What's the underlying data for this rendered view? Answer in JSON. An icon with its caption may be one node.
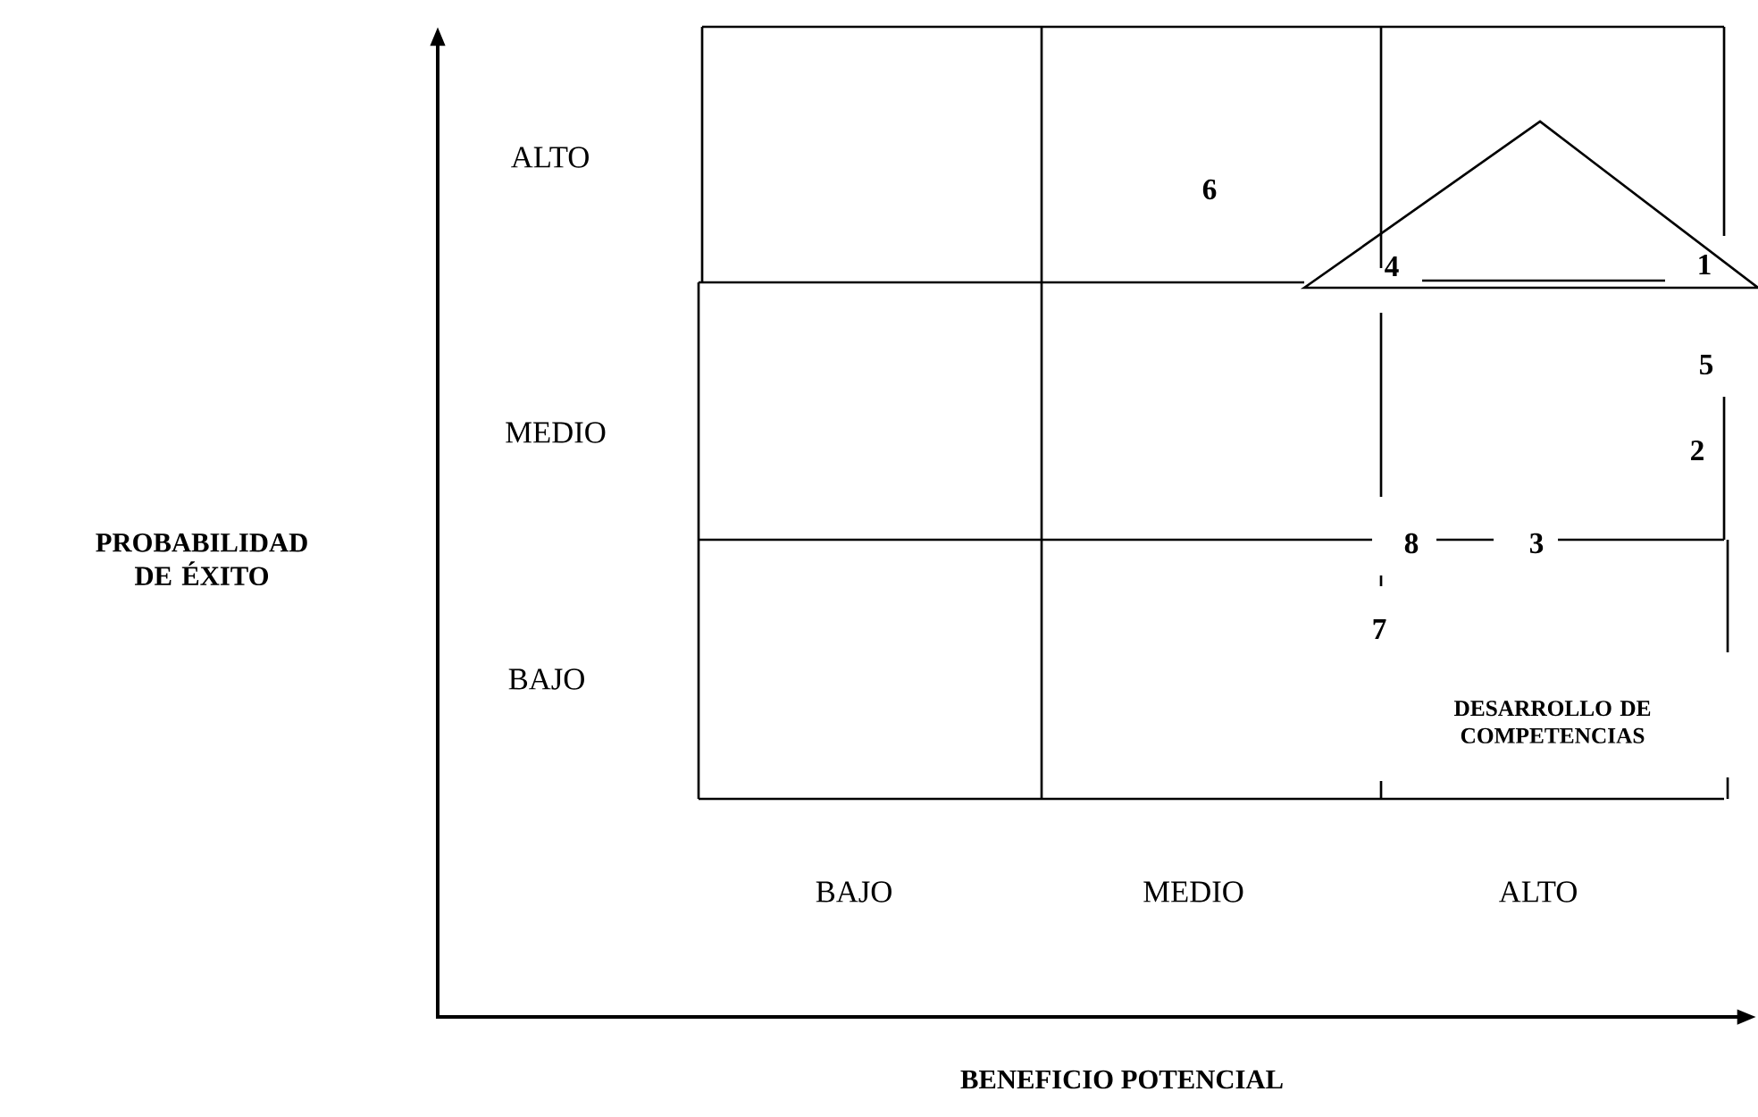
{
  "diagram": {
    "labels": [
      "ALTO",
      "6",
      "4",
      "1",
      "5",
      "MEDIO",
      "2",
      "PROBABILIDAD DE ÉXITO",
      "8",
      "3",
      "7",
      "BAJO",
      "DESARROLLO DE COMPETENCIAS",
      "BAJO",
      "MEDIO",
      "ALTO",
      "BENEFICIO POTENCIAL"
    ]
  }
}
